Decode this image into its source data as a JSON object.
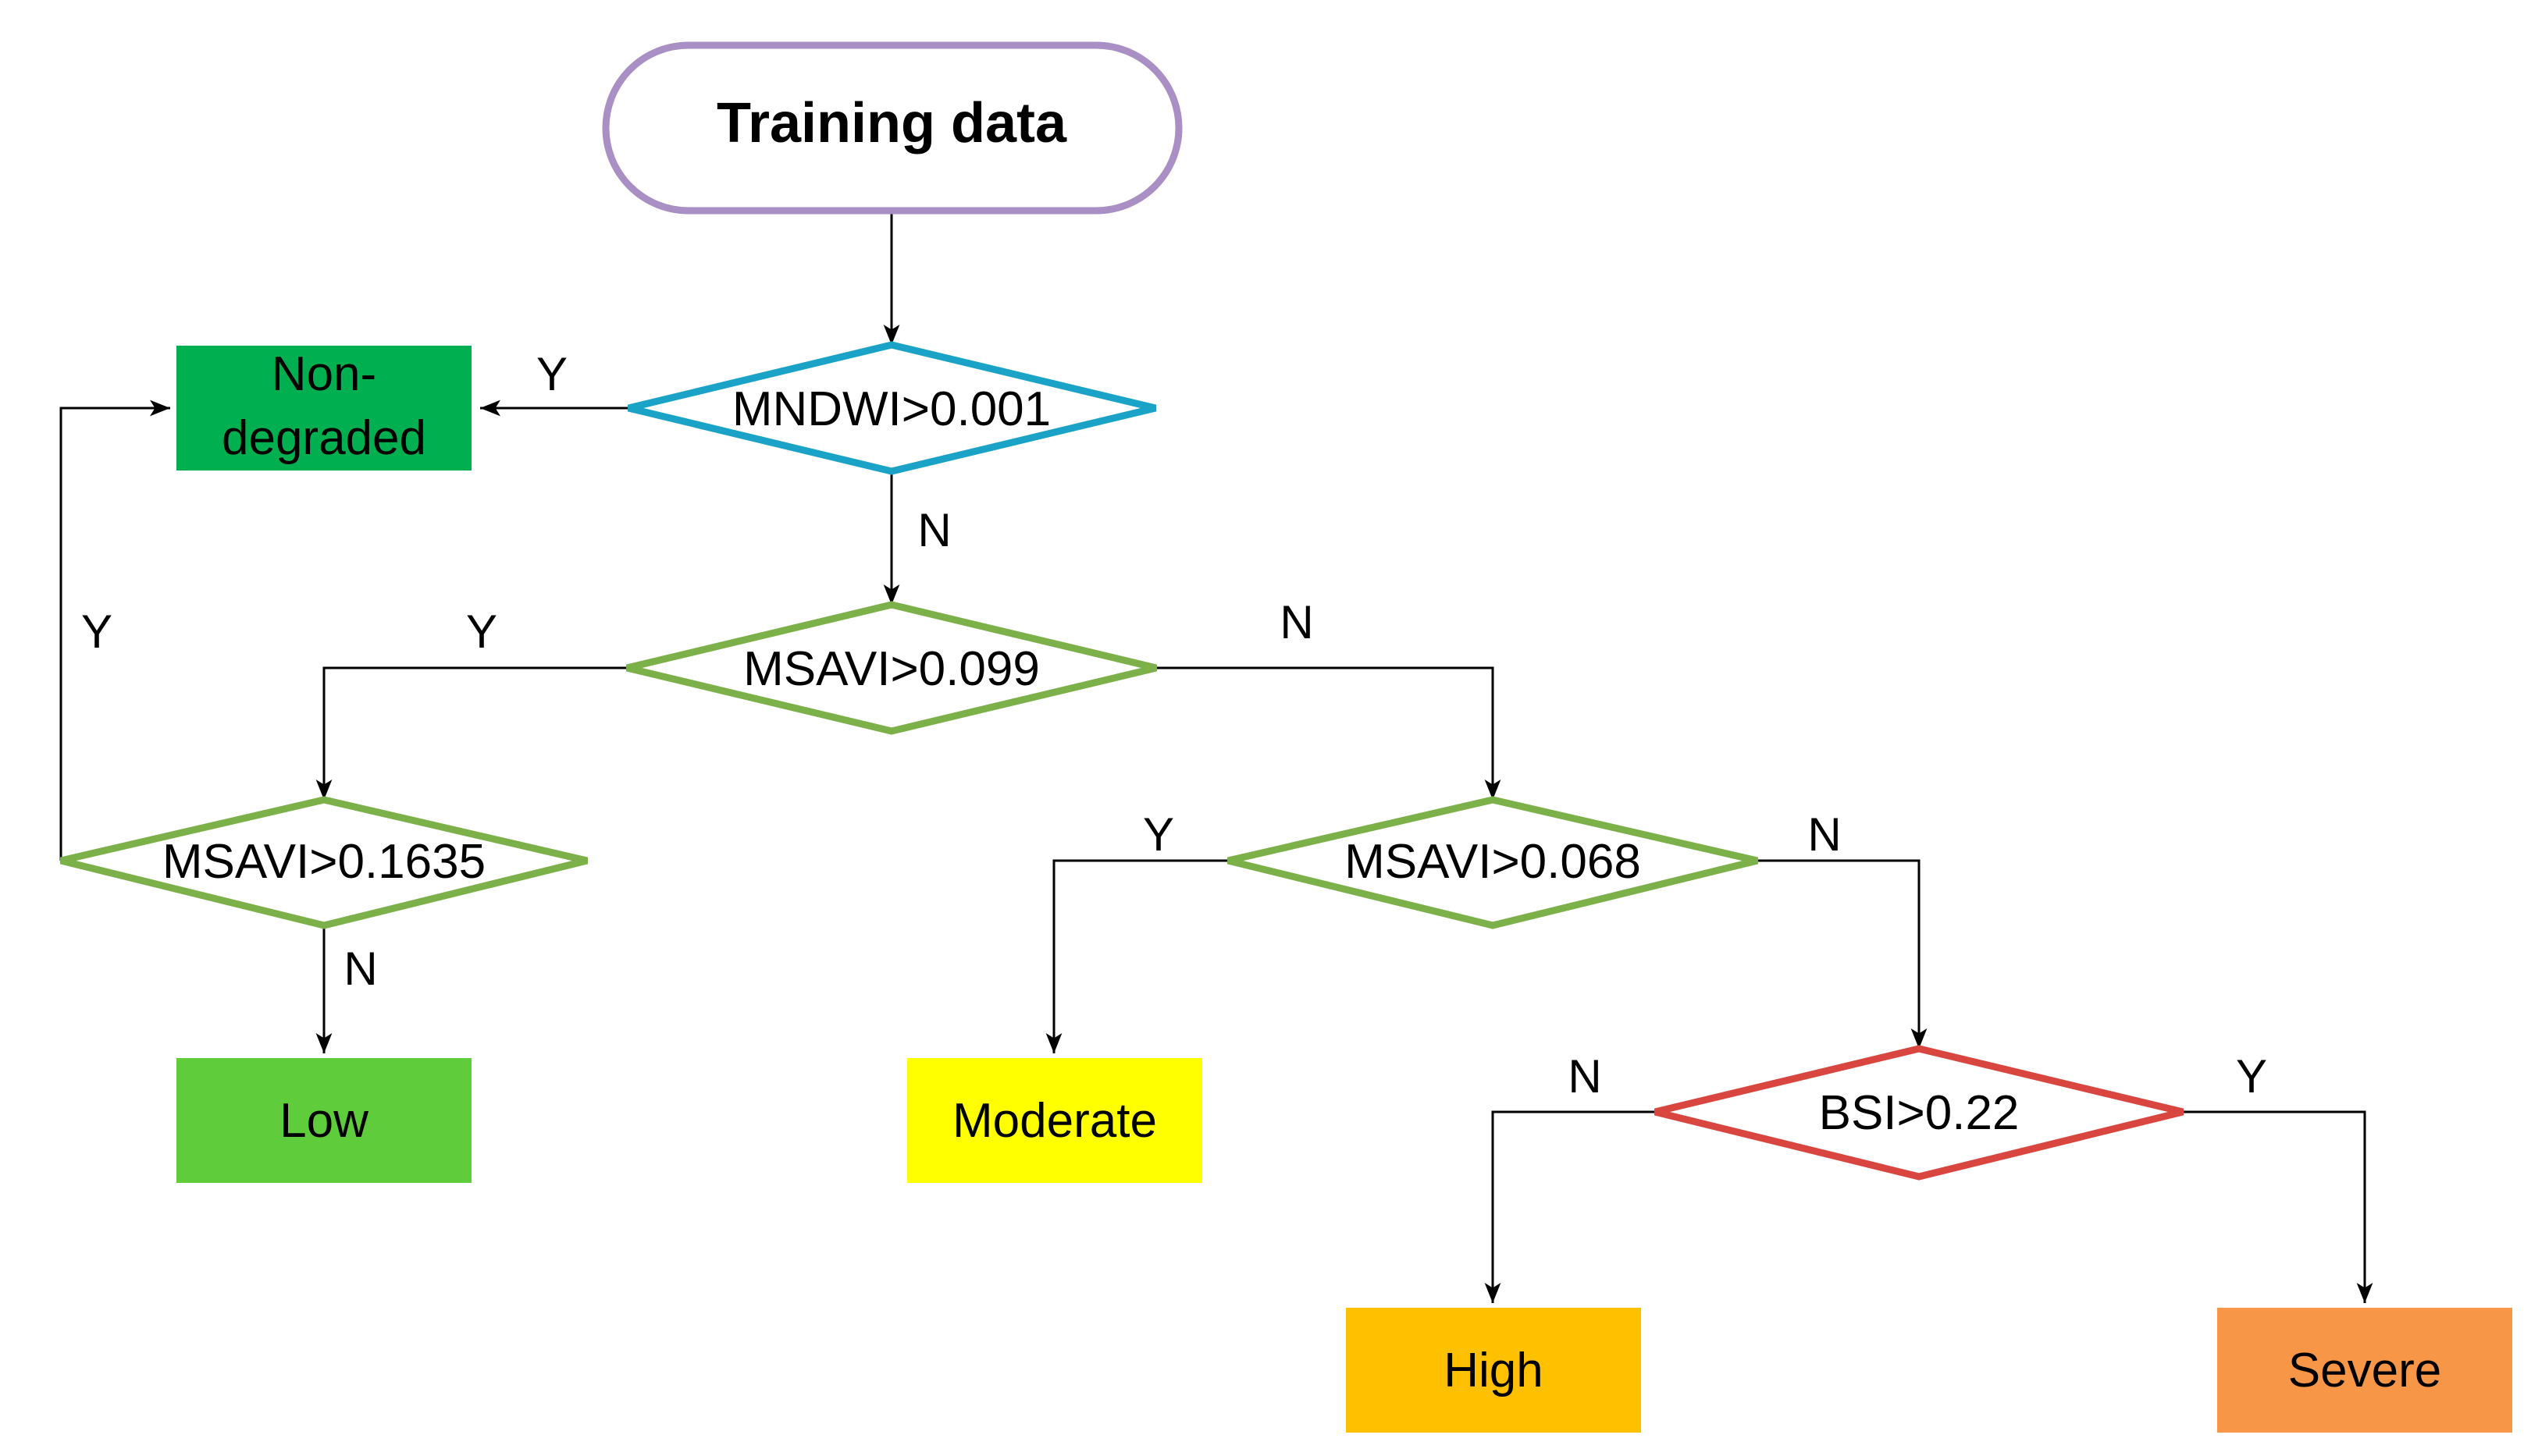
{
  "start": {
    "label": "Training data",
    "border_color": "#a98fc4"
  },
  "decisions": {
    "mndwi": {
      "label": "MNDWI>0.001",
      "border_color": "#1aa3c7"
    },
    "msavi_099": {
      "label": "MSAVI>0.099",
      "border_color": "#7cb14a"
    },
    "msavi_1635": {
      "label": "MSAVI>0.1635",
      "border_color": "#7cb14a"
    },
    "msavi_068": {
      "label": "MSAVI>0.068",
      "border_color": "#7cb14a"
    },
    "bsi": {
      "label": "BSI>0.22",
      "border_color": "#d9453f"
    }
  },
  "outcomes": {
    "non_degraded": {
      "line1": "Non-",
      "line2": "degraded",
      "color": "#00b050"
    },
    "low": {
      "label": "Low",
      "color": "#5fcc3c"
    },
    "moderate": {
      "label": "Moderate",
      "color": "#ffff00"
    },
    "high": {
      "label": "High",
      "color": "#ffc000"
    },
    "severe": {
      "label": "Severe",
      "color": "#f79646"
    }
  },
  "edges": {
    "mndwi_yes": "Y",
    "mndwi_no": "N",
    "msavi099_yes": "Y",
    "msavi099_no": "N",
    "msavi1635_yes": "Y",
    "msavi1635_no": "N",
    "msavi068_yes": "Y",
    "msavi068_no": "N",
    "bsi_no": "N",
    "bsi_yes": "Y"
  }
}
